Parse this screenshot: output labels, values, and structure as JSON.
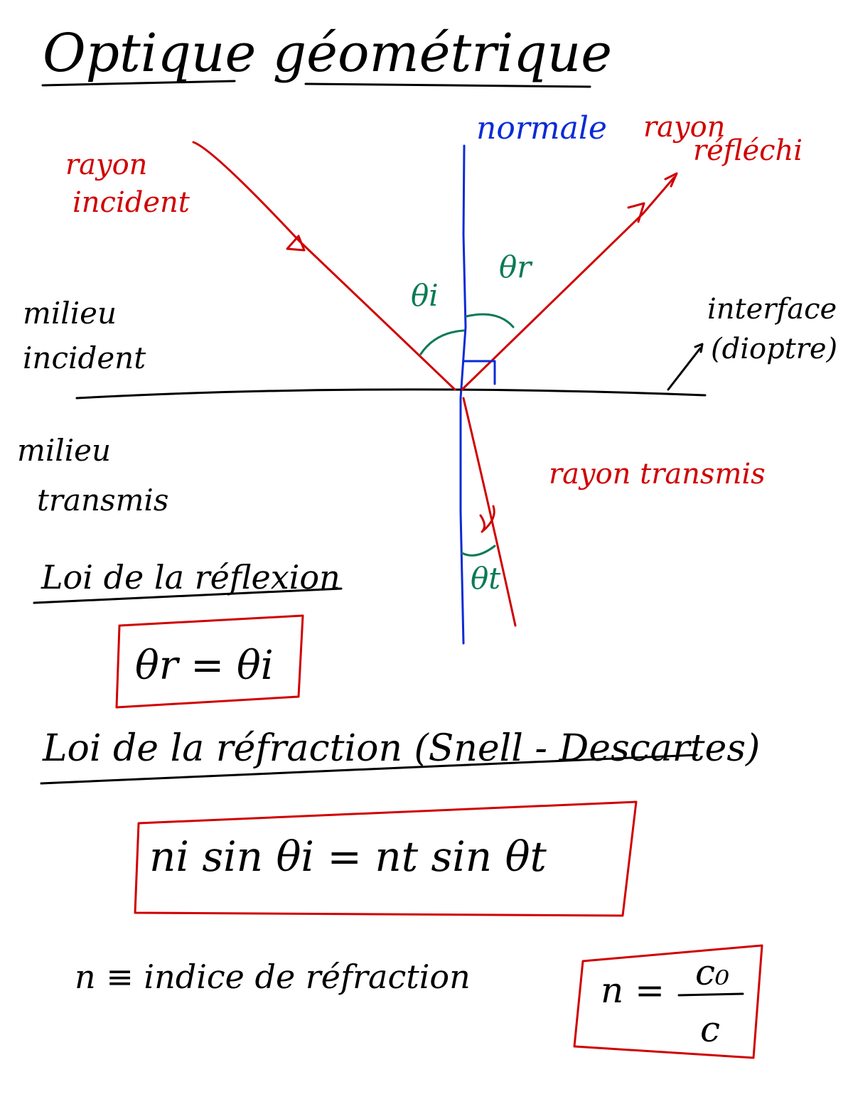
{
  "title": "Optique géométrique",
  "labels": {
    "normale": "normale",
    "rayon_incident": [
      "rayon",
      "incident"
    ],
    "rayon_reflechi": [
      "rayon",
      "réfléchi"
    ],
    "rayon_transmis": "rayon transmis",
    "milieu_incident": [
      "milieu",
      "incident"
    ],
    "milieu_transmis": [
      "milieu",
      "transmis"
    ],
    "interface": [
      "interface",
      "(dioptre)"
    ],
    "theta_i": "θi",
    "theta_r": "θr",
    "theta_t": "θt"
  },
  "laws": {
    "reflection_title": "Loi de la réflexion",
    "reflection_eq": "θr = θi",
    "refraction_title": "Loi de la réfraction (Snell - Descartes)",
    "refraction_eq": "ni sin θi = nt sin θt",
    "index_def": "n ≡ indice de réfraction",
    "index_eq_lhs": "n =",
    "index_num": "c₀",
    "index_den": "c"
  },
  "colors": {
    "ink": "#000000",
    "ray": "#d00000",
    "angle": "#0a7a55",
    "normal": "#0b2bd6"
  }
}
